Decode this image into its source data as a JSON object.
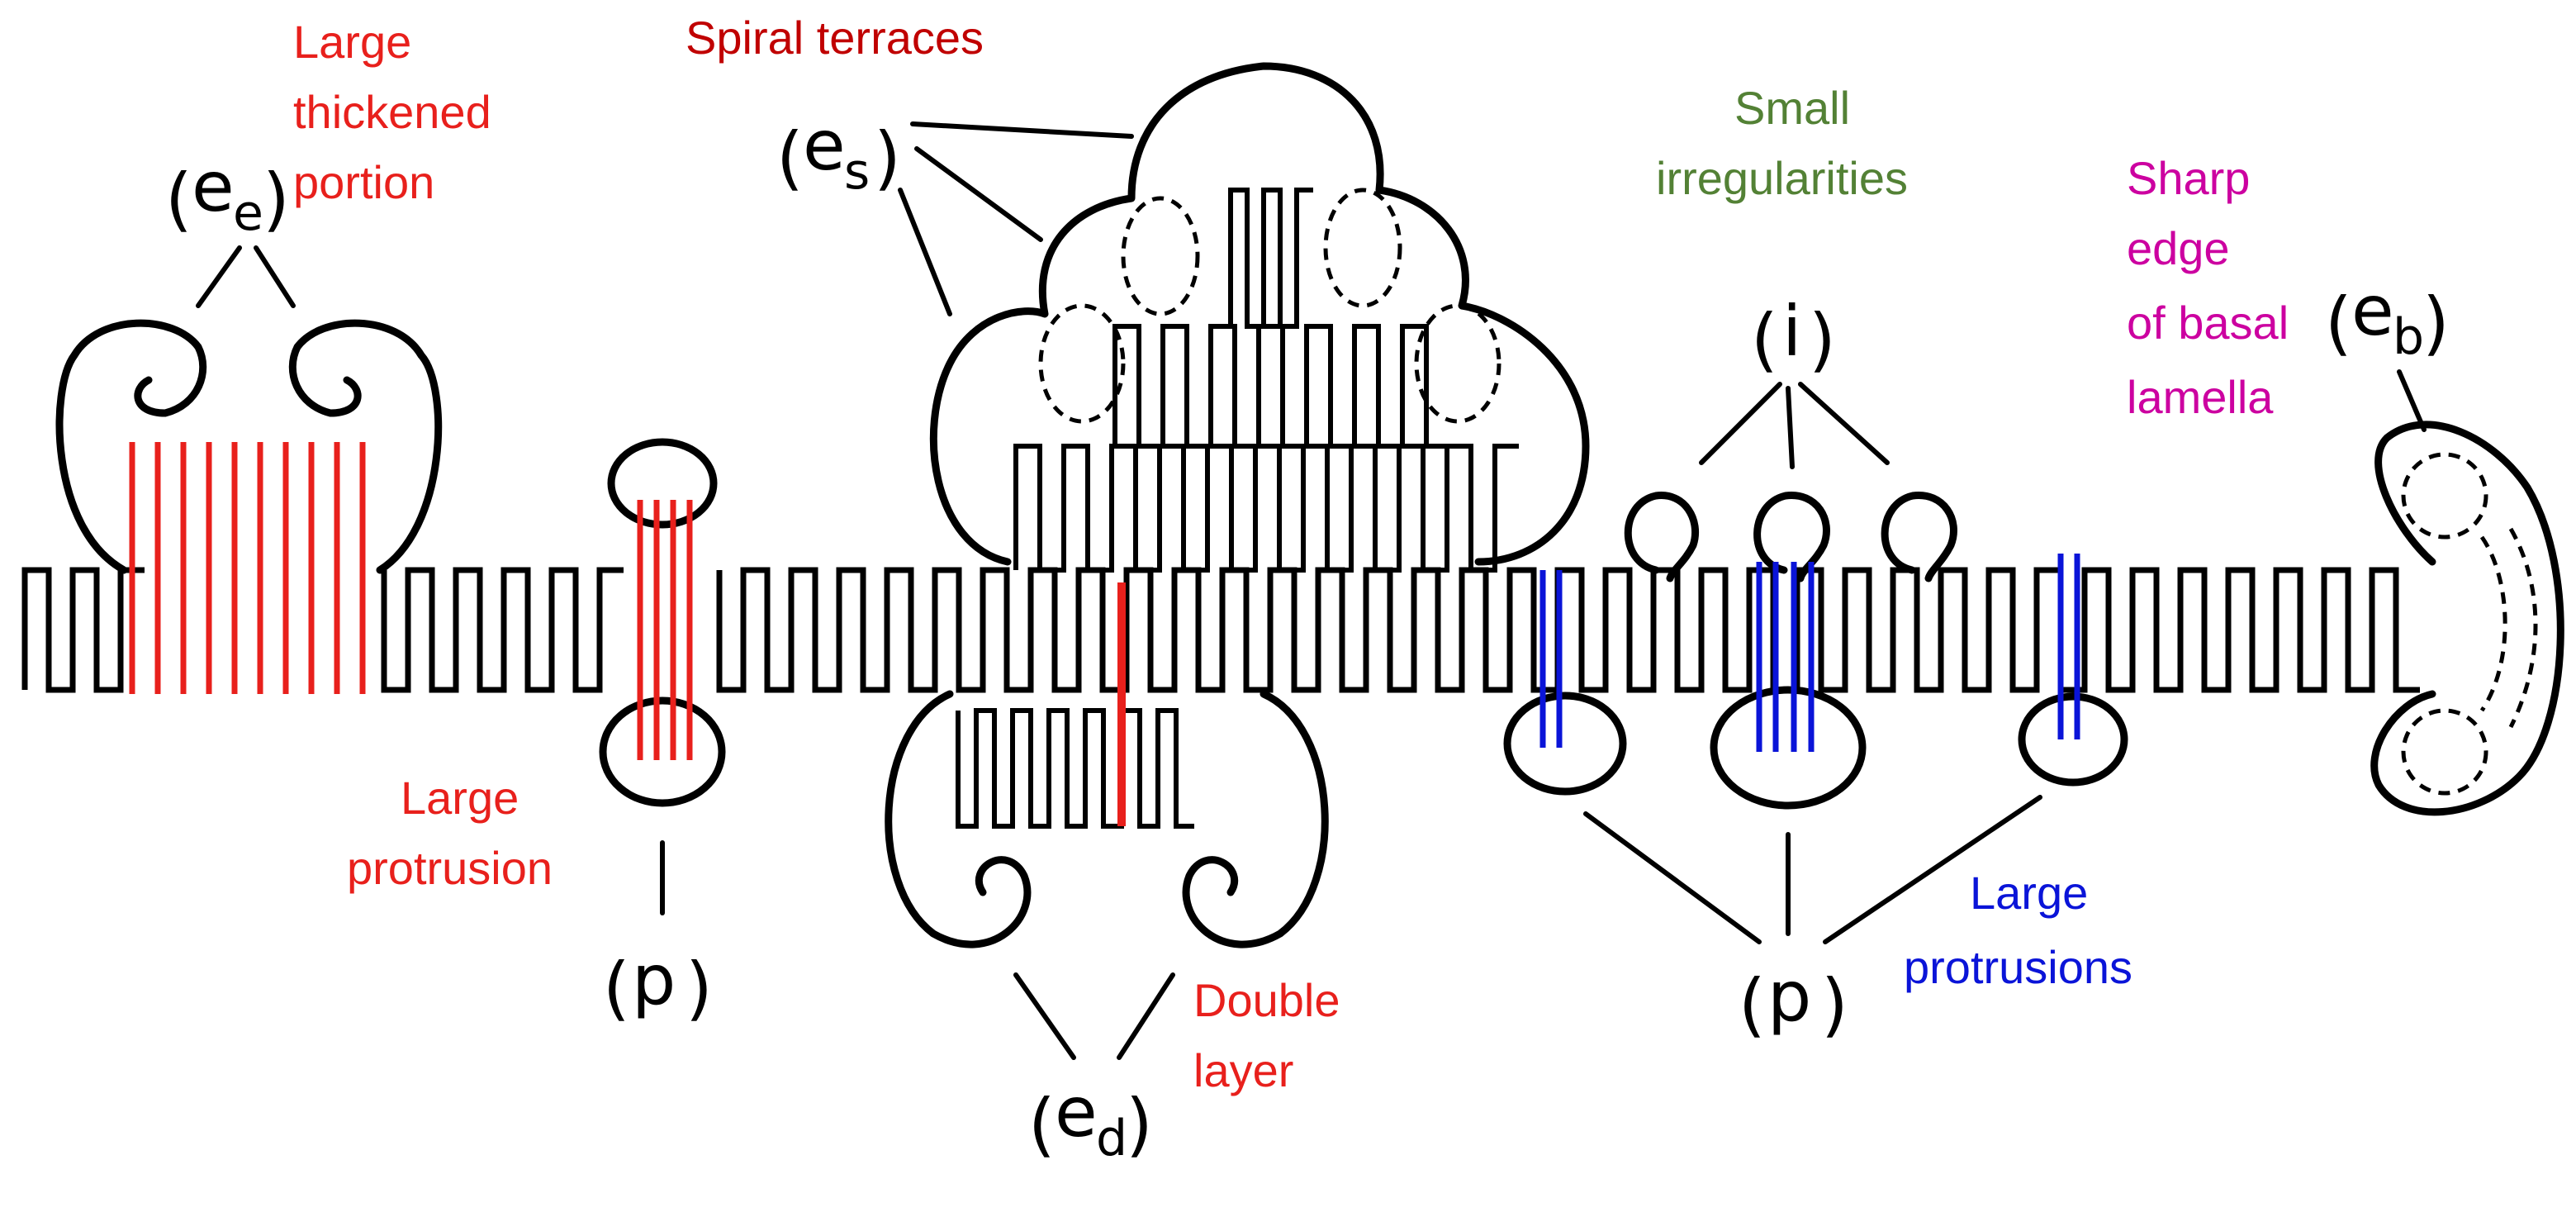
{
  "colors": {
    "red": "#e8201c",
    "dark_red": "#c00000",
    "green": "#538135",
    "magenta": "#cc00a0",
    "blue": "#0a14d8",
    "ink": "#000000"
  },
  "labels": {
    "ee_line1": "Large",
    "ee_line2": "thickened",
    "ee_line3": "portion",
    "es": "Spiral terraces",
    "i_line1": "Small",
    "i_line2": "irregularities",
    "eb_line1": "Sharp",
    "eb_line2": "edge",
    "eb_line3": "of basal",
    "eb_line4": "lamella",
    "p_left_line1": "Large",
    "p_left_line2": "protrusion",
    "ed_line1": "Double",
    "ed_line2": "layer",
    "p_right_line1": "Large",
    "p_right_line2": "protrusions"
  },
  "symbols": {
    "ee_main": "e",
    "ee_sub": "e",
    "es_main": "e",
    "es_sub": "s",
    "i_main": "i",
    "eb_main": "e",
    "eb_sub": "b",
    "ed_main": "e",
    "ed_sub": "d",
    "p_left": "p",
    "p_right": "p"
  }
}
